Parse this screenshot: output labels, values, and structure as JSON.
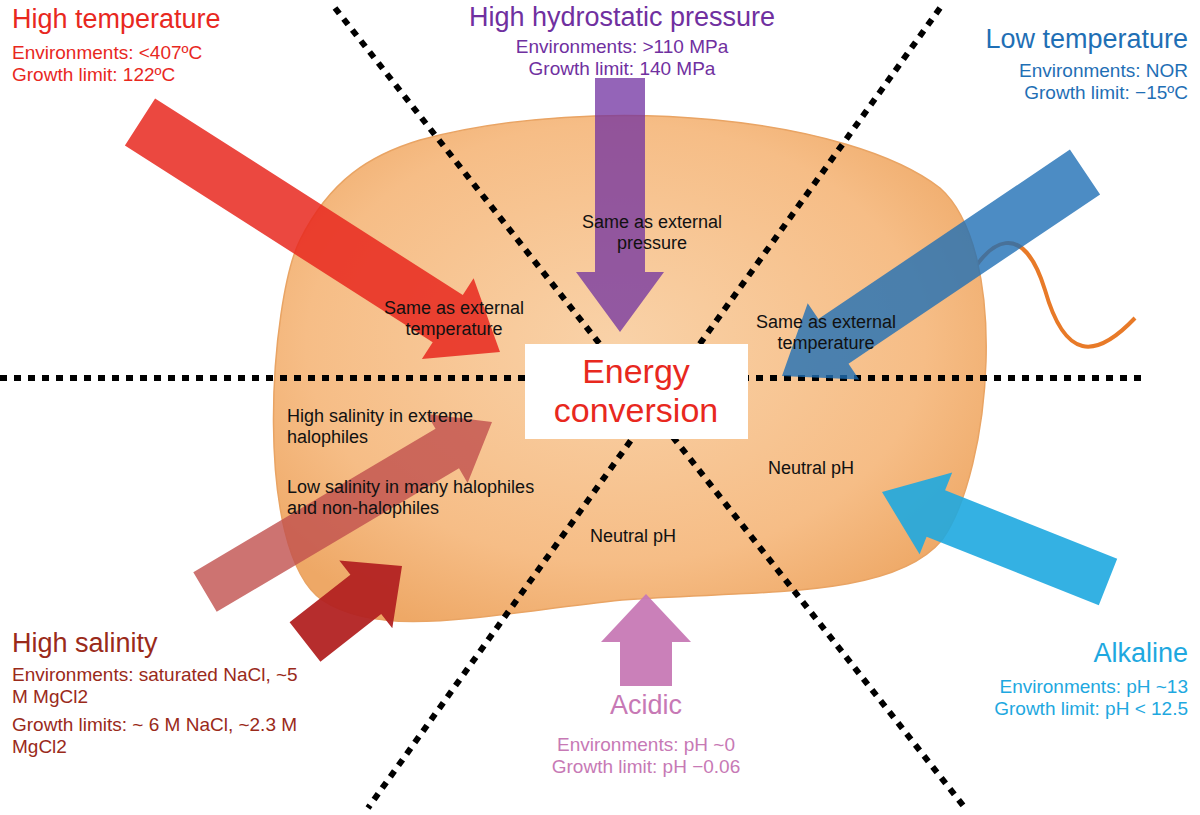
{
  "diagram": {
    "nodes": [
      {
        "text": [
          "Energy conversion"
        ]
      }
    ],
    "labels": [
      "High temperature",
      "Environments: <407ºC",
      "Growth limit: 122ºC",
      "High hydrostatic pressure",
      "Environments: >110 MPa",
      "Growth limit: 140 MPa",
      "Low temperature",
      "Environments: NOR",
      "Growth limit: −15ºC",
      "Same as external pressure",
      "Same as external temperature",
      "Same as external temperature",
      "High salinity in extreme halophiles",
      "Low salinity in many halophiles and non-halophiles",
      "Neutral pH",
      "Neutral pH",
      "High salinity",
      "Environments: saturated NaCl, ~5 M MgCl2",
      "Growth limits: ~ 6 M NaCl, ~2.3 M MgCl2",
      "Acidic",
      "Environments: pH ~0",
      "Growth limit: pH −0.06",
      "Alkaline",
      "Environments: pH ~13",
      "Growth limit: pH < 12.5"
    ]
  }
}
